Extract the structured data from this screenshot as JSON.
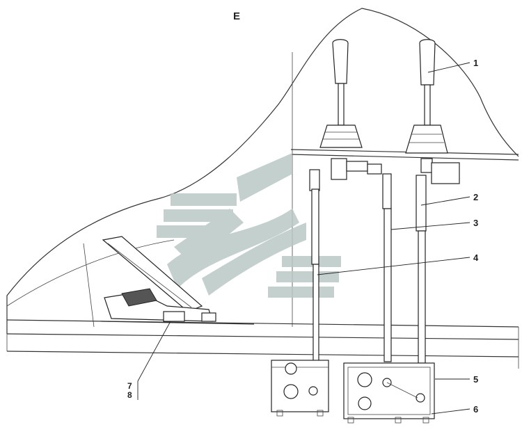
{
  "view_label": "E",
  "callouts": [
    {
      "id": "1",
      "label": "1"
    },
    {
      "id": "2",
      "label": "2"
    },
    {
      "id": "3",
      "label": "3"
    },
    {
      "id": "4",
      "label": "4"
    },
    {
      "id": "5",
      "label": "5"
    },
    {
      "id": "6",
      "label": "6"
    },
    {
      "id": "7",
      "label": "7"
    },
    {
      "id": "8",
      "label": "8"
    }
  ],
  "watermark_color": "#b9c8c6",
  "line_color": "#333333"
}
